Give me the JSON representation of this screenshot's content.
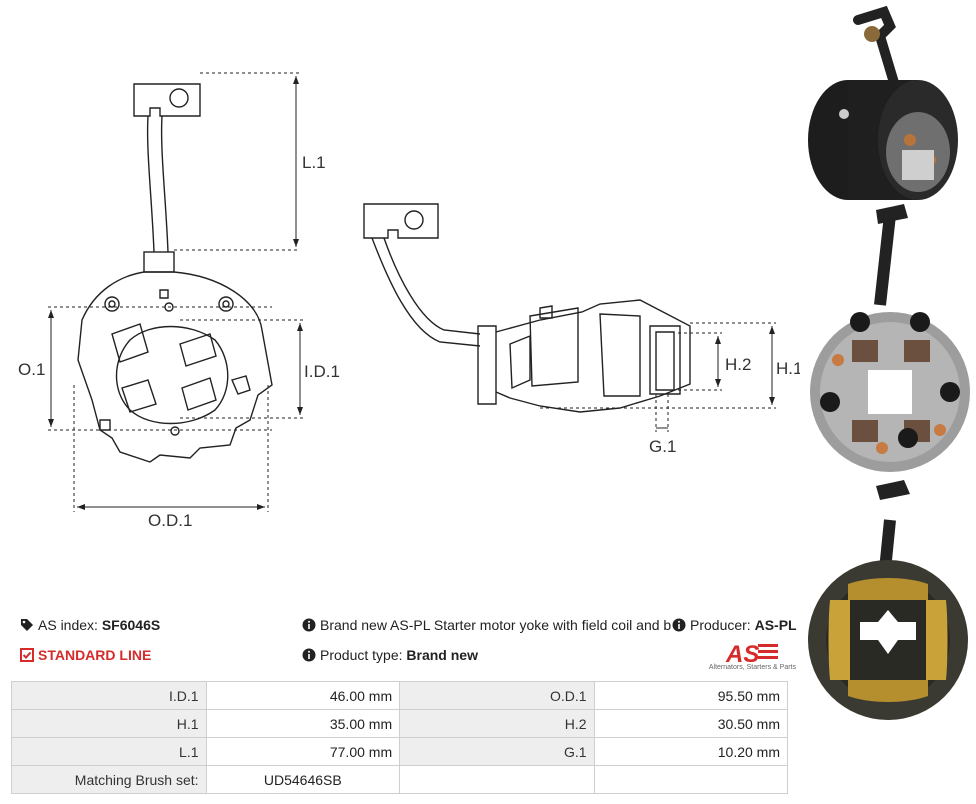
{
  "drawing": {
    "labels": {
      "l1": "L.1",
      "o1": "O.1",
      "id1": "I.D.1",
      "od1": "O.D.1",
      "h1": "H.1",
      "h2": "H.2",
      "g1": "G.1"
    }
  },
  "info": {
    "as_index_label": "AS index:",
    "as_index_value": "SF6046S",
    "line_label": "STANDARD LINE",
    "description": "Brand new AS-PL Starter motor yoke with field coil and brush",
    "product_type_label": "Product type:",
    "product_type_value": "Brand new",
    "producer_label": "Producer:",
    "producer_value": "AS-PL",
    "logo_text": "AS",
    "logo_subtext": "Alternators, Starters & Parts"
  },
  "specs": {
    "rows": [
      {
        "k1": "I.D.1",
        "v1": "46.00 mm",
        "k2": "O.D.1",
        "v2": "95.50 mm"
      },
      {
        "k1": "H.1",
        "v1": "35.00 mm",
        "k2": "H.2",
        "v2": "30.50 mm"
      },
      {
        "k1": "L.1",
        "v1": "77.00 mm",
        "k2": "G.1",
        "v2": "10.20 mm"
      },
      {
        "k1": "Matching Brush set:",
        "v1": "UD54646SB",
        "k2": "",
        "v2": ""
      }
    ]
  },
  "colors": {
    "accent_red": "#d62b2b",
    "table_key_bg": "#eeeeee",
    "table_border": "#cfcfcf"
  }
}
